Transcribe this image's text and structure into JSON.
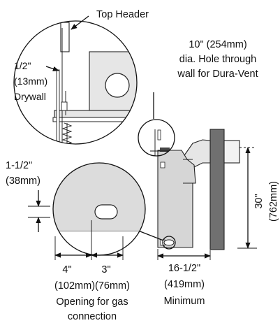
{
  "labels": {
    "top_header": "Top Header",
    "drywall_in": "1/2\"",
    "drywall_mm": "(13mm)",
    "drywall_word": "Drywall",
    "hole_line1": "10\" (254mm)",
    "hole_line2": "dia. Hole through",
    "hole_line3": "wall for Dura-Vent",
    "height_in": "1-1/2\"",
    "height_mm": "(38mm)",
    "vent_height_in": "30\"",
    "vent_height_mm": "(762mm)",
    "width4_in": "4\"",
    "width3_in": "3\"",
    "width_mm_pair": "(102mm)(76mm)",
    "opening_line1": "Opening for gas",
    "opening_line2": "connection",
    "min_in": "16-1/2\"",
    "min_mm": "(419mm)",
    "min_word": "Minimum"
  },
  "colors": {
    "line": "#111111",
    "panel_grey": "#d6d6d6",
    "wall_dark": "#707070",
    "background": "#ffffff"
  }
}
